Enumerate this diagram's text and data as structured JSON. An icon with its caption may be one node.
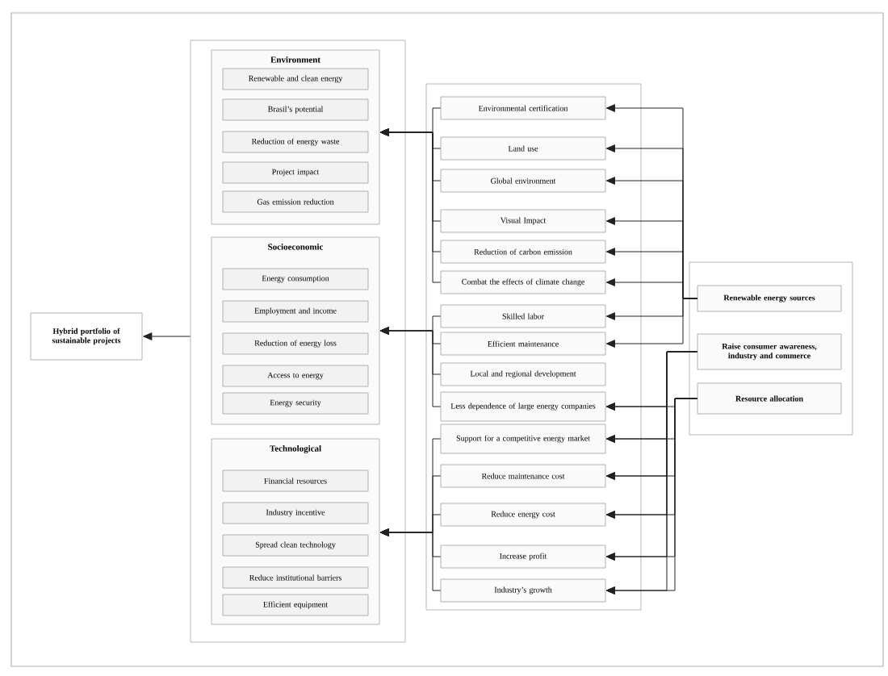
{
  "diagram": {
    "nodes": [
      {
        "text": [
          "Hybrid portfolio of sustainable projects"
        ]
      },
      {
        "text": [],
        "shape": "box"
      },
      {
        "text": [
          "Environment"
        ],
        "in": 1
      },
      {
        "text": [
          "Renewable and clean energy"
        ],
        "in": 2
      },
      {
        "text": [
          "Brasil’s potential"
        ],
        "in": 2
      },
      {
        "text": [
          "Reduction of energy waste"
        ],
        "in": 2
      },
      {
        "text": [
          "Project impact"
        ],
        "in": 2
      },
      {
        "text": [
          "Gas emission reduction"
        ],
        "in": 2
      },
      {
        "text": [
          "Socioeconomic"
        ],
        "in": 1
      },
      {
        "text": [
          "Energy consumption"
        ],
        "in": 8
      },
      {
        "text": [
          "Employment and income"
        ],
        "in": 8
      },
      {
        "text": [
          "Reduction of energy loss"
        ],
        "in": 8
      },
      {
        "text": [
          "Access to energy"
        ],
        "in": 8
      },
      {
        "text": [
          "Energy security"
        ],
        "in": 8
      },
      {
        "text": [
          "Technological"
        ],
        "in": 1
      },
      {
        "text": [
          "Financial resources"
        ],
        "in": 14
      },
      {
        "text": [
          "Industry incentive"
        ],
        "in": 14
      },
      {
        "text": [
          "Spread clean technology"
        ],
        "in": 14
      },
      {
        "text": [
          "Reduce institutional barriers"
        ],
        "in": 14
      },
      {
        "text": [
          "Efficient equipment"
        ],
        "in": 14
      },
      {
        "text": [],
        "shape": "box"
      },
      {
        "text": [
          "Environmental certification"
        ],
        "in": 20
      },
      {
        "text": [
          "Land use"
        ],
        "in": 20
      },
      {
        "text": [
          "Global environment"
        ],
        "in": 20
      },
      {
        "text": [
          "Visual Impact"
        ],
        "in": 20
      },
      {
        "text": [
          "Reduction of carbon emission"
        ],
        "in": 20
      },
      {
        "text": [
          "Combat the effects of climate change"
        ],
        "in": 20
      },
      {
        "text": [
          "Skilled labor"
        ],
        "in": 20
      },
      {
        "text": [
          "Efficient maintenance"
        ],
        "in": 20
      },
      {
        "text": [
          "Local and regional development"
        ],
        "in": 20
      },
      {
        "text": [
          "Less dependence of large energy companies"
        ],
        "in": 20
      },
      {
        "text": [
          "Support for a competitive energy market"
        ],
        "in": 20
      },
      {
        "text": [
          "Reduce maintenance cost"
        ],
        "in": 20
      },
      {
        "text": [
          "Reduce energy cost"
        ],
        "in": 20
      },
      {
        "text": [
          "Increase profit"
        ],
        "in": 20
      },
      {
        "text": [
          "Industry’s growth"
        ],
        "in": 20
      },
      {
        "text": [],
        "shape": "box"
      },
      {
        "text": [
          "Renewable energy sources"
        ],
        "in": 36
      },
      {
        "text": [
          "Raise consumer awareness, industry and commerce"
        ],
        "in": 36
      },
      {
        "text": [
          "Resource allocation"
        ],
        "in": 36
      }
    ],
    "edges": [
      {
        "from": 1,
        "to": 0,
        "arrow": "to"
      },
      {
        "from": 21,
        "to": 2,
        "arrow": "to"
      },
      {
        "from": 22,
        "to": 2,
        "arrow": "to"
      },
      {
        "from": 23,
        "to": 2,
        "arrow": "to"
      },
      {
        "from": 24,
        "to": 2,
        "arrow": "to"
      },
      {
        "from": 25,
        "to": 2,
        "arrow": "to"
      },
      {
        "from": 26,
        "to": 2,
        "arrow": "to"
      },
      {
        "from": 27,
        "to": 8,
        "arrow": "to"
      },
      {
        "from": 28,
        "to": 8,
        "arrow": "to"
      },
      {
        "from": 29,
        "to": 8,
        "arrow": "to"
      },
      {
        "from": 30,
        "to": 8,
        "arrow": "to"
      },
      {
        "from": 31,
        "to": 14,
        "arrow": "to"
      },
      {
        "from": 32,
        "to": 14,
        "arrow": "to"
      },
      {
        "from": 33,
        "to": 14,
        "arrow": "to"
      },
      {
        "from": 34,
        "to": 14,
        "arrow": "to"
      },
      {
        "from": 35,
        "to": 14,
        "arrow": "to"
      },
      {
        "from": 37,
        "to": 21,
        "arrow": "to"
      },
      {
        "from": 37,
        "to": 22,
        "arrow": "to"
      },
      {
        "from": 37,
        "to": 23,
        "arrow": "to"
      },
      {
        "from": 37,
        "to": 24,
        "arrow": "to"
      },
      {
        "from": 37,
        "to": 25,
        "arrow": "to"
      },
      {
        "from": 37,
        "to": 26,
        "arrow": "to"
      },
      {
        "from": 37,
        "to": 27,
        "arrow": "to"
      },
      {
        "from": 37,
        "to": 28,
        "arrow": "to"
      },
      {
        "from": 38,
        "to": 30,
        "arrow": "to"
      },
      {
        "from": 38,
        "to": 31,
        "arrow": "to"
      },
      {
        "from": 38,
        "to": 32,
        "arrow": "to"
      },
      {
        "from": 38,
        "to": 33,
        "arrow": "to"
      },
      {
        "from": 38,
        "to": 34,
        "arrow": "to"
      },
      {
        "from": 38,
        "to": 35,
        "arrow": "to"
      },
      {
        "from": 39,
        "to": 30,
        "arrow": "to"
      },
      {
        "from": 39,
        "to": 31,
        "arrow": "to"
      },
      {
        "from": 39,
        "to": 32,
        "arrow": "to"
      },
      {
        "from": 39,
        "to": 33,
        "arrow": "to"
      },
      {
        "from": 39,
        "to": 34,
        "arrow": "to"
      },
      {
        "from": 39,
        "to": 35,
        "arrow": "to"
      }
    ]
  }
}
